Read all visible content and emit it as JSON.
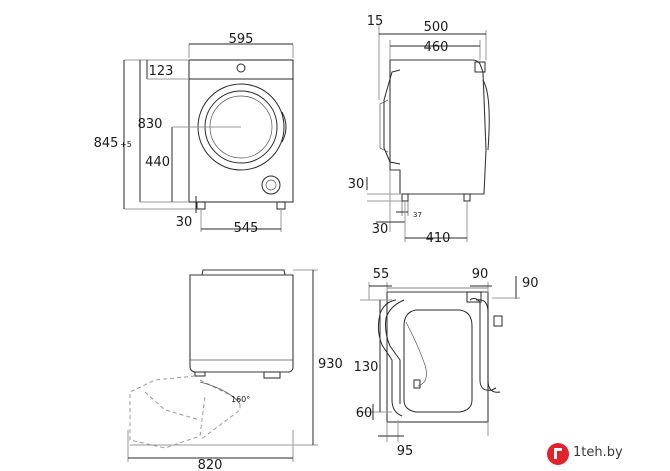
{
  "front_view": {
    "width": "595",
    "top": "123",
    "height_body": "830",
    "height_total": "845",
    "height_total_tol": "+5",
    "door_center": "440",
    "foot_height": "30",
    "foot_span": "545"
  },
  "side_view": {
    "door_offset": "15",
    "depth_total": "500",
    "depth_body": "460",
    "foot_height": "30",
    "foot_depth": "30",
    "foot_offset": "37",
    "foot_span": "410"
  },
  "top_view": {
    "height": "930",
    "width": "820",
    "door_angle": "160°"
  },
  "rear_view": {
    "left_offset": "55",
    "right_offset": "90",
    "top_offset": "90",
    "hose_height": "130",
    "hose_low": "60",
    "bottom_offset": "95"
  },
  "watermark": {
    "text": "1teh.by"
  }
}
